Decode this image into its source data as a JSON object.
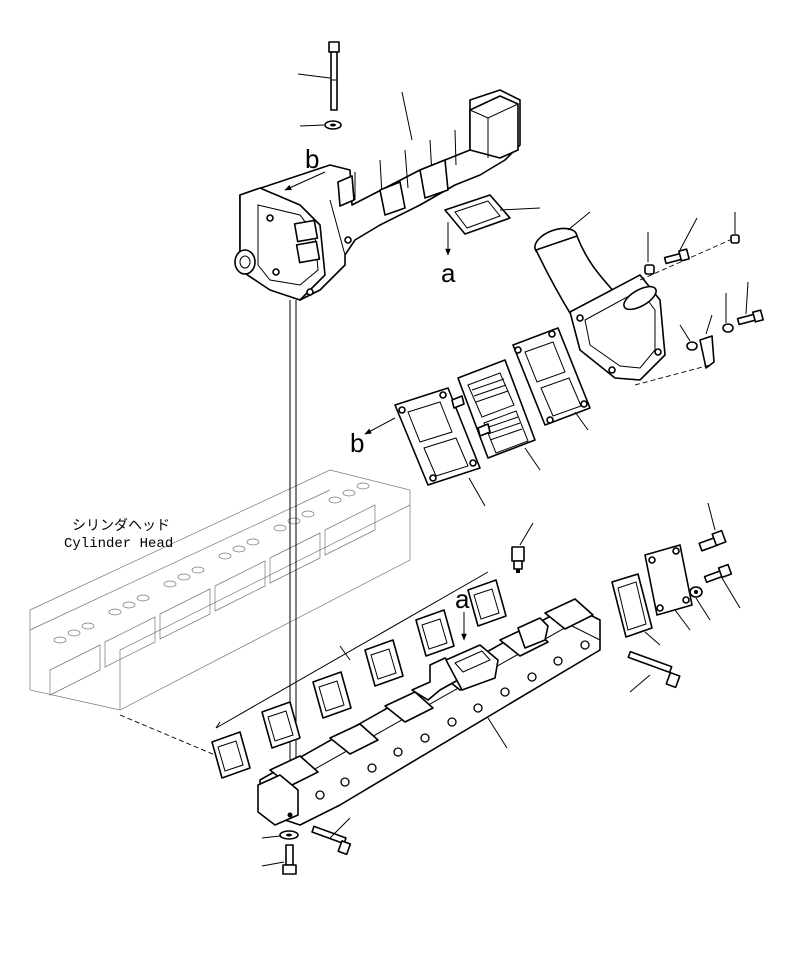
{
  "labels": {
    "cylinder_head_jp": "シリンダヘッド",
    "cylinder_head_en": "Cylinder Head",
    "view_a_upper": "a",
    "view_b_upper": "b",
    "view_a_lower": "a",
    "view_b_lower": "b"
  },
  "colors": {
    "line": "#000000",
    "background": "#ffffff"
  }
}
